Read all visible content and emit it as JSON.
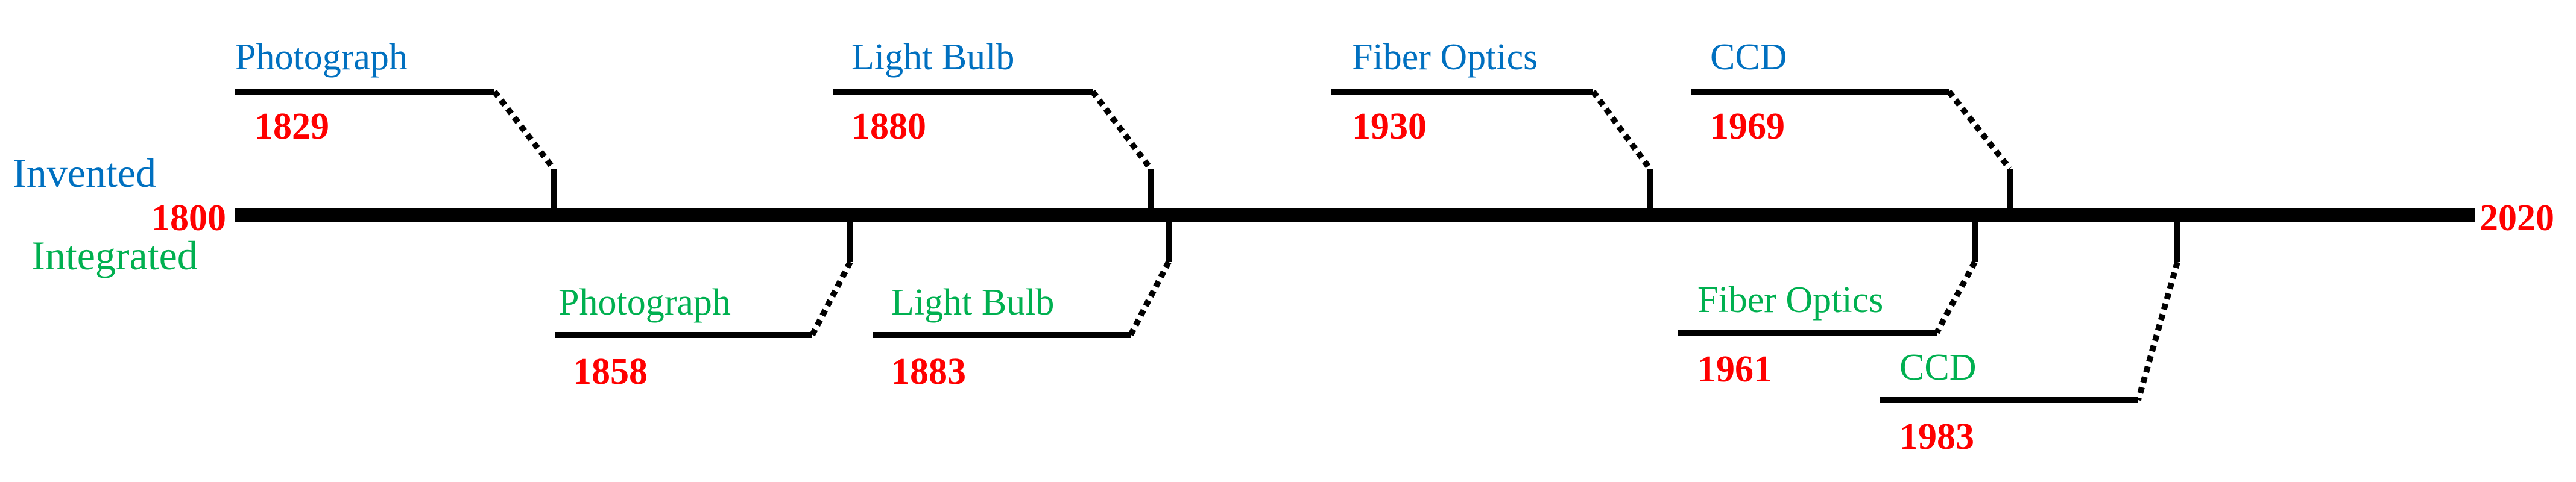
{
  "colors": {
    "invented": "#0070C0",
    "integrated": "#00B050",
    "year": "#FF0000",
    "line": "#000000"
  },
  "row_labels": {
    "invented": "Invented",
    "integrated": "Integrated"
  },
  "axis": {
    "start_label": "1800",
    "end_label": "2020",
    "start_year": 1800,
    "end_year": 2020
  },
  "invented": [
    {
      "name": "Photograph",
      "year_label": "1829",
      "year": 1829
    },
    {
      "name": "Light Bulb",
      "year_label": "1880",
      "year": 1880
    },
    {
      "name": "Fiber Optics",
      "year_label": "1930",
      "year": 1930
    },
    {
      "name": "CCD",
      "year_label": "1969",
      "year": 1969
    }
  ],
  "integrated": [
    {
      "name": "Photograph",
      "year_label": "1858",
      "year": 1858
    },
    {
      "name": "Light Bulb",
      "year_label": "1883",
      "year": 1883
    },
    {
      "name": "Fiber Optics",
      "year_label": "1961",
      "year": 1961
    },
    {
      "name": "CCD",
      "year_label": "1983",
      "year": 1983
    }
  ]
}
